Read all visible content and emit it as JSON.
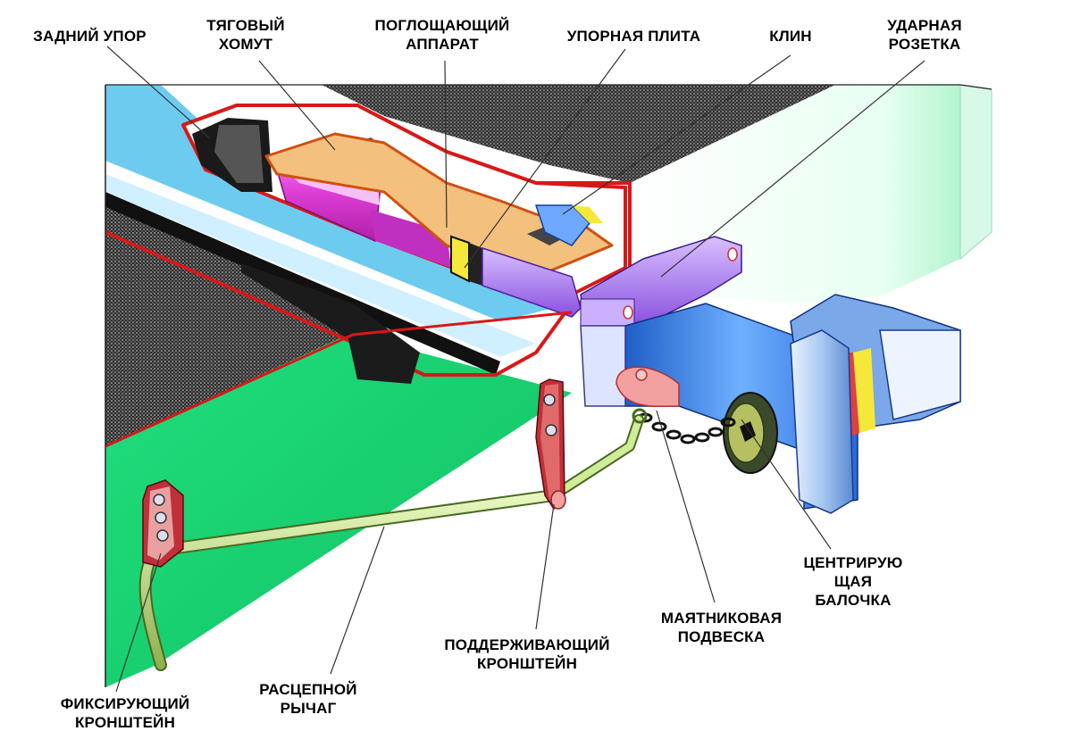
{
  "labels": {
    "rear_stop": [
      "ЗАДНИЙ УПОР"
    ],
    "draft_yoke": [
      "ТЯГОВЫЙ",
      "ХОМУТ"
    ],
    "draft_gear": [
      "ПОГЛОЩАЮЩИЙ",
      "АППАРАТ"
    ],
    "follower_plate": [
      "УПОРНАЯ ПЛИТА"
    ],
    "wedge": [
      "КЛИН"
    ],
    "striker_socket": [
      "УДАРНАЯ",
      "РОЗЕТКА"
    ],
    "centering_beam": [
      "ЦЕНТРИРУЮ",
      "ЩАЯ",
      "БАЛОЧКА"
    ],
    "pendulum_hanger": [
      "МАЯТНИКОВАЯ",
      "ПОДВЕСКА"
    ],
    "support_bracket": [
      "ПОДДЕРЖИВАЮЩИЙ",
      "КРОНШТЕЙН"
    ],
    "release_lever": [
      "РАСЦЕПНОЙ",
      "РЫЧАГ"
    ],
    "fixing_bracket": [
      "ФИКСИРУЮЩИЙ",
      "КРОНШТЕЙН"
    ]
  },
  "colors": {
    "outline_red": "#d81818",
    "frame_cyan": "#6ecbf0",
    "floor_green": "#1fd873",
    "dark_hatch": "#3a3a3a",
    "yoke_tan": "#f3c07e",
    "gear_magenta": "#e050d0",
    "socket_violet": "#9a6ee8",
    "coupler_blue": "#3f86e0",
    "lever_green": "#b7d67a",
    "knuckle_pink": "#f3a0a0",
    "bracket_red": "#c0303a"
  }
}
